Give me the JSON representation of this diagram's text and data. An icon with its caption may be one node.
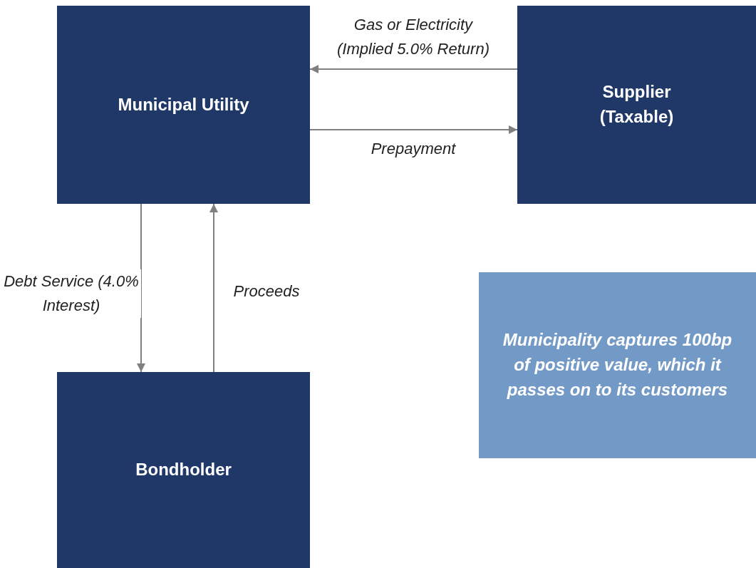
{
  "diagram": {
    "nodes": [
      {
        "text": [
          "Municipal Utility"
        ]
      },
      {
        "text": [
          "Supplier (Taxable)"
        ]
      },
      {
        "text": [
          "Bondholder"
        ]
      },
      {
        "text": [
          "Municipality captures 100bp of positive value, which it passes on to its customers"
        ]
      }
    ],
    "edges": [
      {
        "from": 1,
        "to": 0,
        "arrow": "to",
        "label": "Gas or Electricity (Implied 5.0% Return)"
      },
      {
        "from": 0,
        "to": 1,
        "arrow": "to",
        "label": "Prepayment"
      },
      {
        "from": 0,
        "to": 2,
        "arrow": "to",
        "label": "Debt Service (4.0% Interest)"
      },
      {
        "from": 2,
        "to": 0,
        "arrow": "to",
        "label": "Proceeds"
      }
    ]
  }
}
